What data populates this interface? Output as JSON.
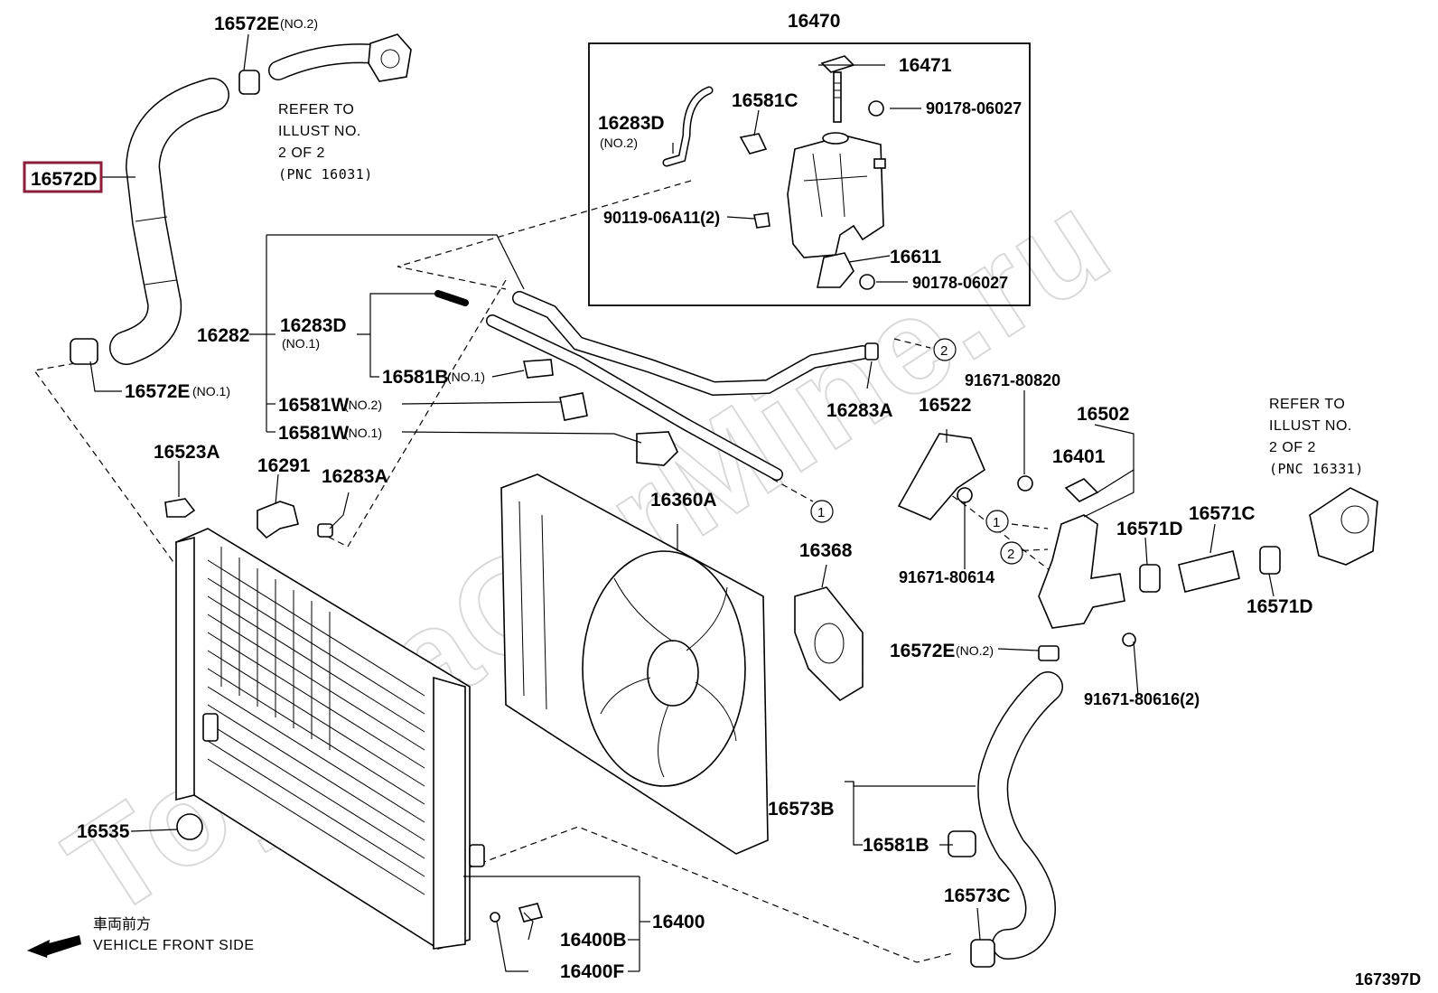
{
  "diagram_id": "167397D",
  "watermark": "ToyotaGarMine.ru",
  "colors": {
    "highlight_box": "#8b1d3a",
    "line": "#000000",
    "watermark": "#d9d9d9"
  },
  "labels": {
    "p16572D": "16572D",
    "p16572E_top": "16572E",
    "p16572E_top_sub": "(NO.2)",
    "p16572E_left": "16572E",
    "p16572E_left_sub": "(NO.1)",
    "p16572E_mid": "16572E",
    "p16572E_mid_sub": "(NO.2)",
    "p16470": "16470",
    "p16471": "16471",
    "p16581C": "16581C",
    "p90178_06027_top": "90178-06027",
    "p16283D_top": "16283D",
    "p16283D_top_sub": "(NO.2)",
    "p90119_06A11": "90119-06A11(2)",
    "p16611": "16611",
    "p90178_06027_bot": "90178-06027",
    "p16282": "16282",
    "p16283D_mid": "16283D",
    "p16283D_mid_sub": "(NO.1)",
    "p16581B_top": "16581B",
    "p16581B_top_sub": "(NO.1)",
    "p16581W_a": "16581W",
    "p16581W_a_sub": "(NO.2)",
    "p16581W_b": "16581W",
    "p16581W_b_sub": "(NO.1)",
    "p16283A_right": "16283A",
    "p16523A": "16523A",
    "p16291": "16291",
    "p16283A_left": "16283A",
    "p16360A": "16360A",
    "p16368": "16368",
    "p16522": "16522",
    "p91671_80820": "91671-80820",
    "p16502": "16502",
    "p16401": "16401",
    "p16571D_a": "16571D",
    "p16571C": "16571C",
    "p16571D_b": "16571D",
    "p91671_80614": "91671-80614",
    "p91671_80616": "91671-80616(2)",
    "p16573B": "16573B",
    "p16581B_bot": "16581B",
    "p16573C": "16573C",
    "p16535": "16535",
    "p16400": "16400",
    "p16400B": "16400B",
    "p16400F": "16400F"
  },
  "notes": {
    "refer_top": [
      "REFER TO",
      "ILLUST NO.",
      "2 OF 2",
      "(PNC 16031)"
    ],
    "refer_right": [
      "REFER TO",
      "ILLUST NO.",
      "2 OF 2",
      "(PNC 16331)"
    ],
    "front_jp": "車両前方",
    "front_en": "VEHICLE FRONT SIDE"
  },
  "connection_markers": [
    "1",
    "2"
  ]
}
